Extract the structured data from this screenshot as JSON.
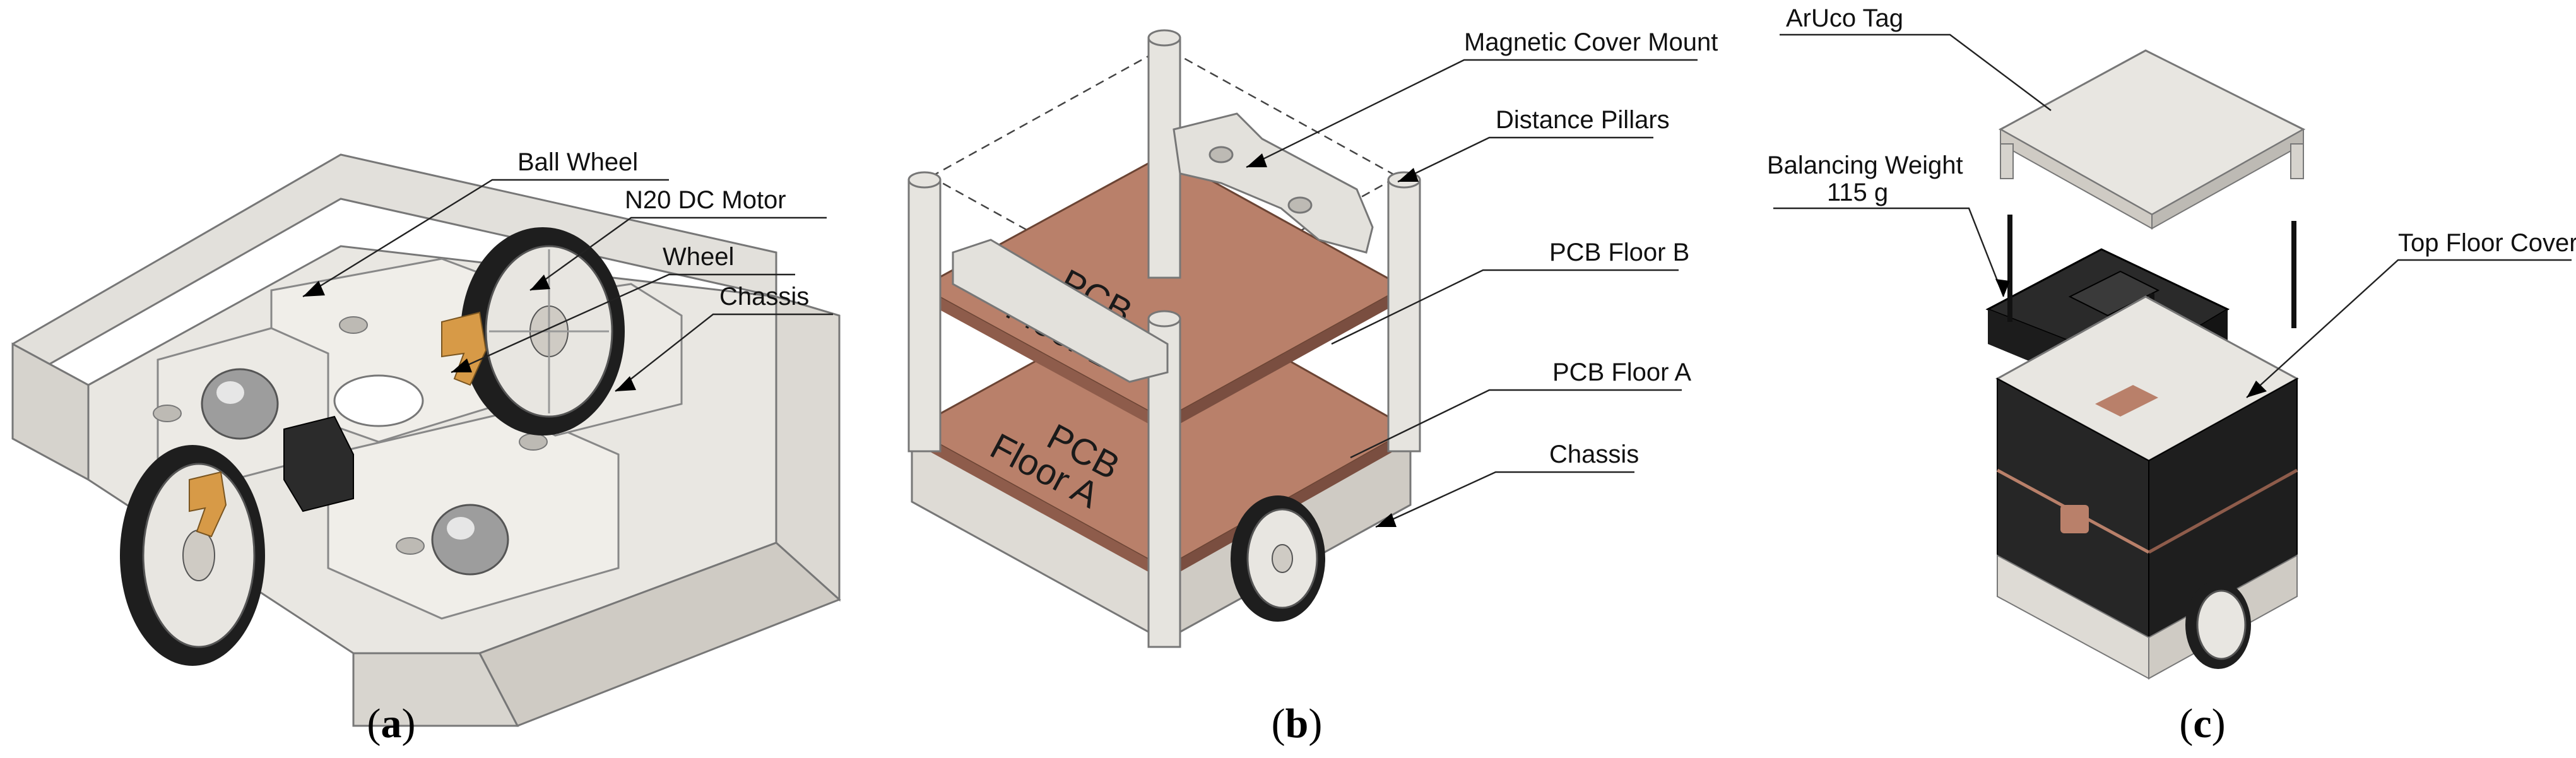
{
  "figure": {
    "panels": [
      {
        "id": "a",
        "label_open": "(",
        "label_letter": "a",
        "label_close": ")",
        "callouts": [
          "Ball Wheel",
          "N20 DC Motor",
          "Wheel",
          "Chassis"
        ]
      },
      {
        "id": "b",
        "label_open": "(",
        "label_letter": "b",
        "label_close": ")",
        "callouts": [
          "Magnetic Cover Mount",
          "Distance Pillars",
          "PCB Floor B",
          "PCB Floor A",
          "Chassis"
        ],
        "board_text": {
          "floor_a_line1": "PCB",
          "floor_a_line2": "Floor A",
          "floor_b_line1": "PCB",
          "floor_b_line2": "Floor B"
        }
      },
      {
        "id": "c",
        "label_open": "(",
        "label_letter": "c",
        "label_close": ")",
        "callouts": [
          "ArUco Tag",
          "Balancing Weight",
          "115 g",
          "Top Floor Cover"
        ]
      }
    ]
  },
  "colors": {
    "chassis": "#e8e6e1",
    "chassis_shadow": "#c9c6c0",
    "pcb": "#b9806a",
    "metal": "#a9a9a9",
    "copper": "#d79a47",
    "tire": "#1e1e1e",
    "dark_cover": "#2a2a2a"
  }
}
